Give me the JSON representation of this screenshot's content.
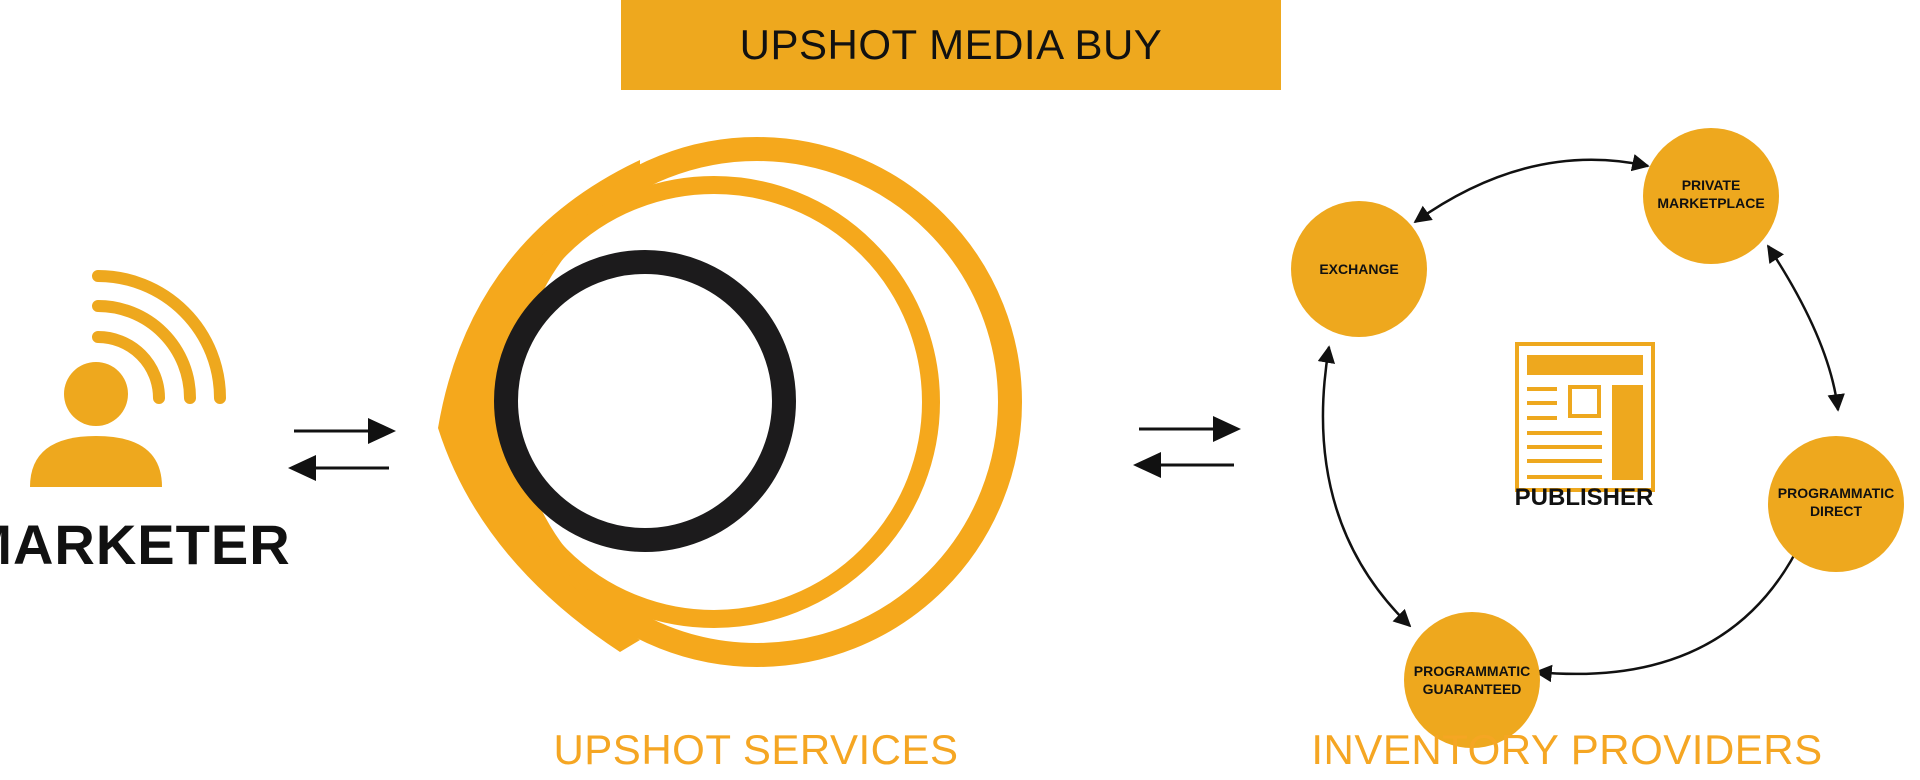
{
  "header": {
    "title": "UPSHOT MEDIA BUY"
  },
  "marketer": {
    "label": "MARKETER"
  },
  "services": {
    "label": "UPSHOT SERVICES"
  },
  "inventory": {
    "label": "INVENTORY PROVIDERS",
    "center": "PUBLISHER",
    "nodes": [
      {
        "line1": "EXCHANGE",
        "line2": ""
      },
      {
        "line1": "PRIVATE",
        "line2": "MARKETPLACE"
      },
      {
        "line1": "PROGRAMMATIC",
        "line2": "DIRECT"
      },
      {
        "line1": "PROGRAMMATIC",
        "line2": "GUARANTEED"
      }
    ]
  },
  "colors": {
    "accent": "#EEA81E",
    "ring": "#F5A81C",
    "dark": "#1C1B1C"
  }
}
